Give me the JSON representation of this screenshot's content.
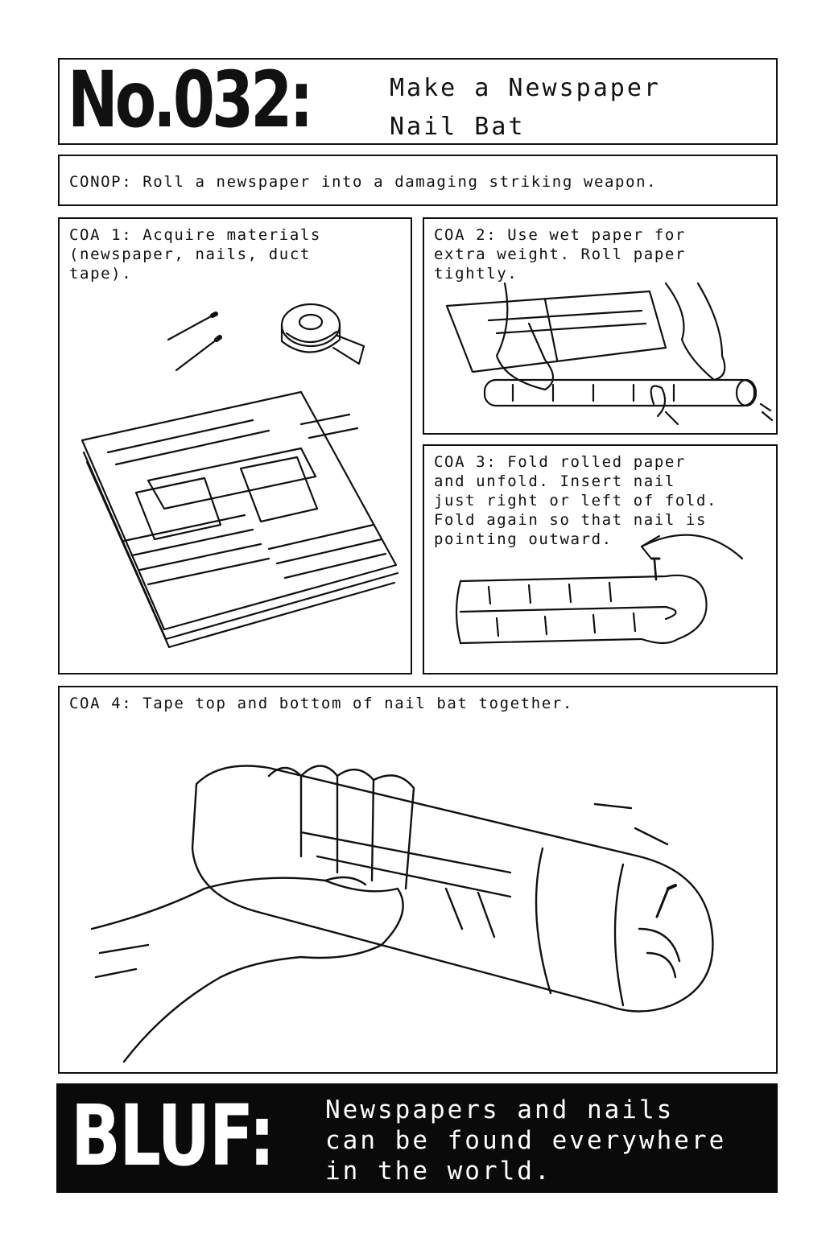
{
  "header": {
    "number": "No.032:",
    "title": "Make a Newspaper\nNail Bat"
  },
  "conop": {
    "text": "CONOP: Roll a newspaper into a damaging striking weapon."
  },
  "steps": [
    {
      "text": "COA 1: Acquire materials\n(newspaper, nails, duct\ntape)."
    },
    {
      "text": "COA 2: Use wet paper for\nextra weight. Roll paper\ntightly."
    },
    {
      "text": "COA 3: Fold rolled paper\nand unfold. Insert nail\njust right or left of fold.\nFold again so that nail is\npointing outward."
    },
    {
      "text": "COA 4: Tape top and bottom of nail bat together."
    }
  ],
  "bluf": {
    "label": "BLUF:",
    "text": "Newspapers and nails\ncan be found everywhere\nin the world."
  },
  "colors": {
    "ink": "#111111",
    "paper": "#ffffff",
    "bluf_bg": "#0a0a0a"
  }
}
